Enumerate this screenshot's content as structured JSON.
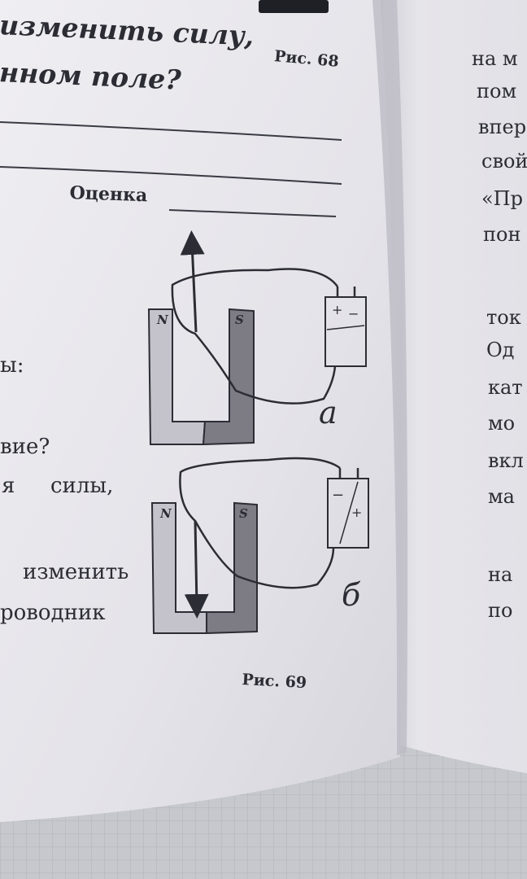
{
  "left_page": {
    "title_line_1": "изменить силу,",
    "title_line_2": "нном поле?",
    "fig68_caption": "Рис. 68",
    "grade_label": "Оценка",
    "margin_fragments": [
      "ы:",
      "вие?",
      "я",
      "силы,",
      "изменить",
      "роводник"
    ],
    "fig69_caption": "Рис. 69",
    "diagram_a": {
      "north_label": "N",
      "south_label": "S",
      "battery_top_sign": "+",
      "battery_bottom_sign": "−",
      "letter": "а"
    },
    "diagram_b": {
      "north_label": "N",
      "south_label": "S",
      "battery_top_sign": "−",
      "battery_bottom_sign": "+",
      "letter": "б"
    }
  },
  "right_page": {
    "fragments": [
      "на м",
      "пом",
      "впер",
      "свой",
      "«Пр",
      "пон",
      "ток",
      "Од",
      "кат",
      "мо",
      "вкл",
      "ма",
      "на",
      "по"
    ]
  },
  "colors": {
    "paper": "#e6e5ea",
    "paper_shadow": "#cfced5",
    "ink": "#2c2c34",
    "magnet_light": "#c4c3cb",
    "magnet_dark": "#7d7c85",
    "grid_paper": "#c8cacf"
  }
}
